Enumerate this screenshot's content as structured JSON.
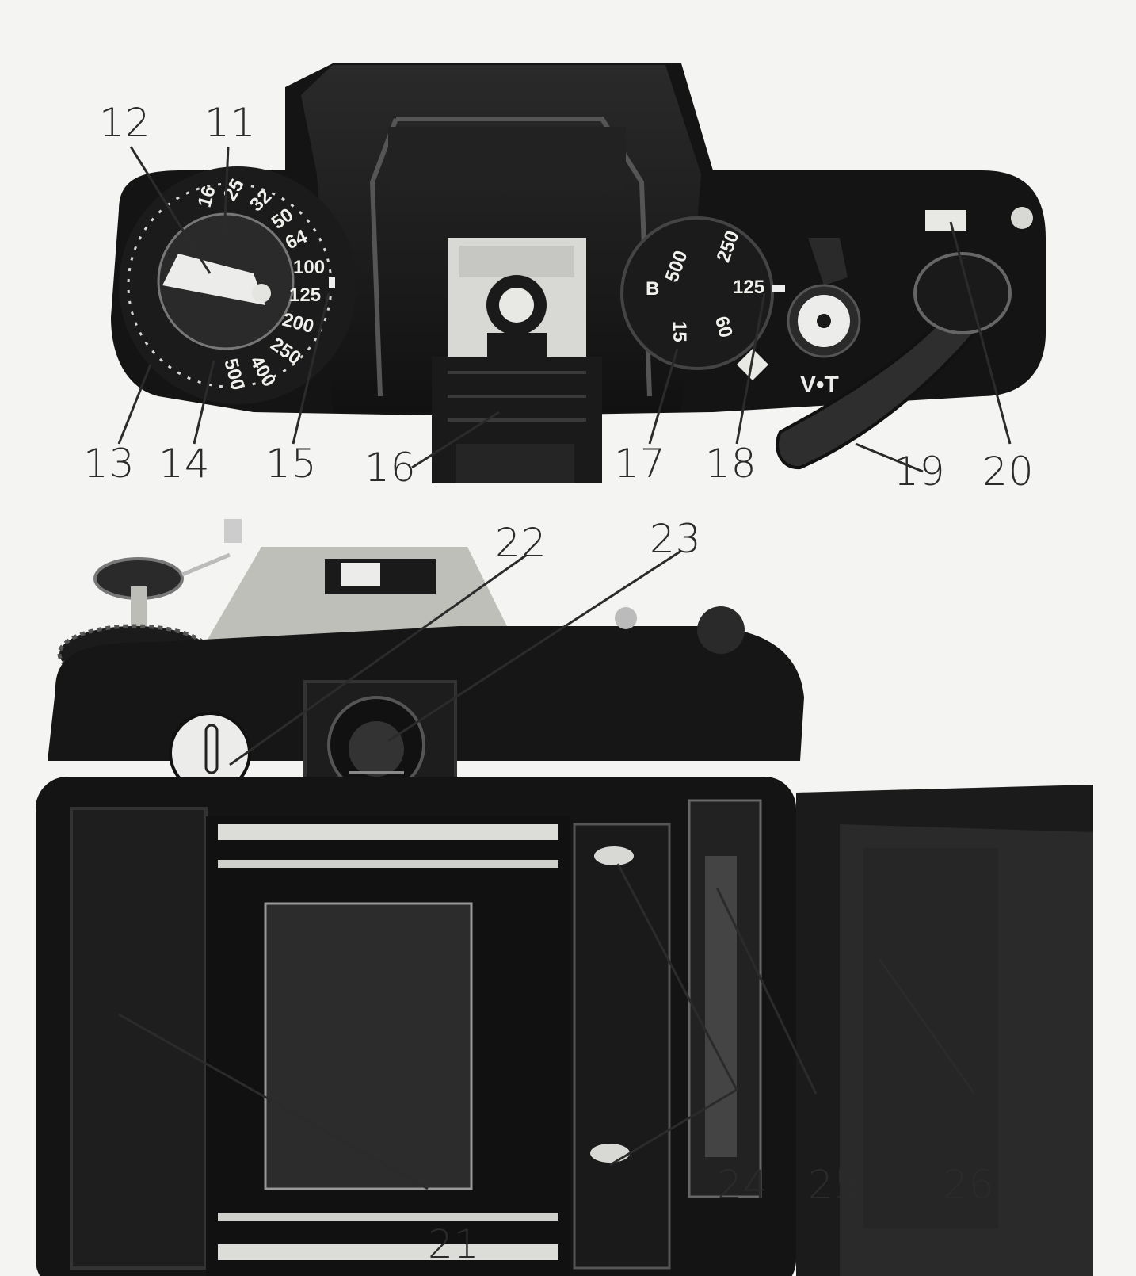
{
  "diagram": {
    "top_view": {
      "callouts": [
        "11",
        "12",
        "13",
        "14",
        "15",
        "16",
        "17",
        "18",
        "19",
        "20"
      ],
      "film_speed_dial": [
        "16",
        "25",
        "32",
        "50",
        "64",
        "100",
        "125",
        "200",
        "250",
        "400",
        "500"
      ],
      "shutter_dial": [
        "500",
        "250",
        "125",
        "60",
        "15",
        "B"
      ],
      "lever_marks": "V•T"
    },
    "back_view": {
      "callouts": [
        "21",
        "22",
        "23",
        "24",
        "25",
        "26"
      ]
    }
  }
}
